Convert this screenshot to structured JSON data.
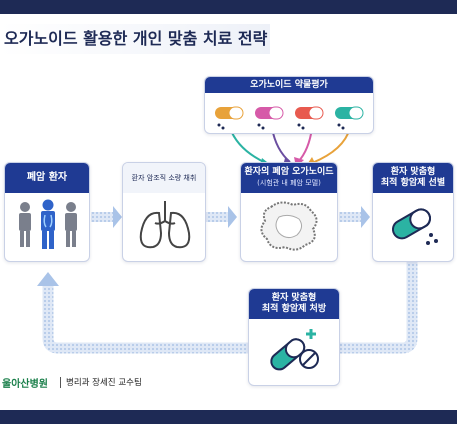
{
  "title": "오가노이드 활용한 개인 맞춤 치료 전략",
  "drug_test": {
    "label": "오가노이드 약물평가"
  },
  "patient": {
    "label": "폐암 환자"
  },
  "tissue": {
    "label": "환자 암조직 소량 채취"
  },
  "organoid": {
    "label": "환자의 폐암 오가노이드",
    "sub": "(시험관 내 폐암 모델)"
  },
  "selection": {
    "line1": "환자 맞춤형",
    "line2": "최적 항암제 선별"
  },
  "prescription": {
    "line1": "환자 맞춤형",
    "line2": "최적 항암제 처방"
  },
  "footer": {
    "hospital": "울아산병원",
    "credit": "병리과 장세진 교수팀"
  },
  "colors": {
    "navy": "#1e2a55",
    "blue": "#1f3a93",
    "light_blue": "#a9c3e8",
    "capsule_colors": [
      "#e8a23a",
      "#d65aa8",
      "#e85a4f",
      "#2bb3a3"
    ]
  }
}
